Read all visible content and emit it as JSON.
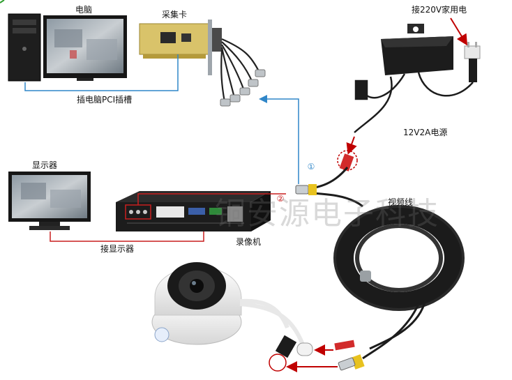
{
  "labels": {
    "computer": "电脑",
    "capture_card": "采集卡",
    "power_note": "接220V家用电",
    "pci_note": "插电脑PCI插槽",
    "power_supply": "12V2A电源",
    "monitor": "显示器",
    "video_cable": "视频线",
    "dvr": "录像机",
    "monitor_note": "接显示器",
    "step1": "①",
    "step2": "②"
  },
  "watermark": "铜安源电子科技",
  "colors": {
    "blue_line": "#2f86c8",
    "red_line": "#c81e1e",
    "red_arrow": "#c00000",
    "device_dark": "#1c1c1c"
  }
}
